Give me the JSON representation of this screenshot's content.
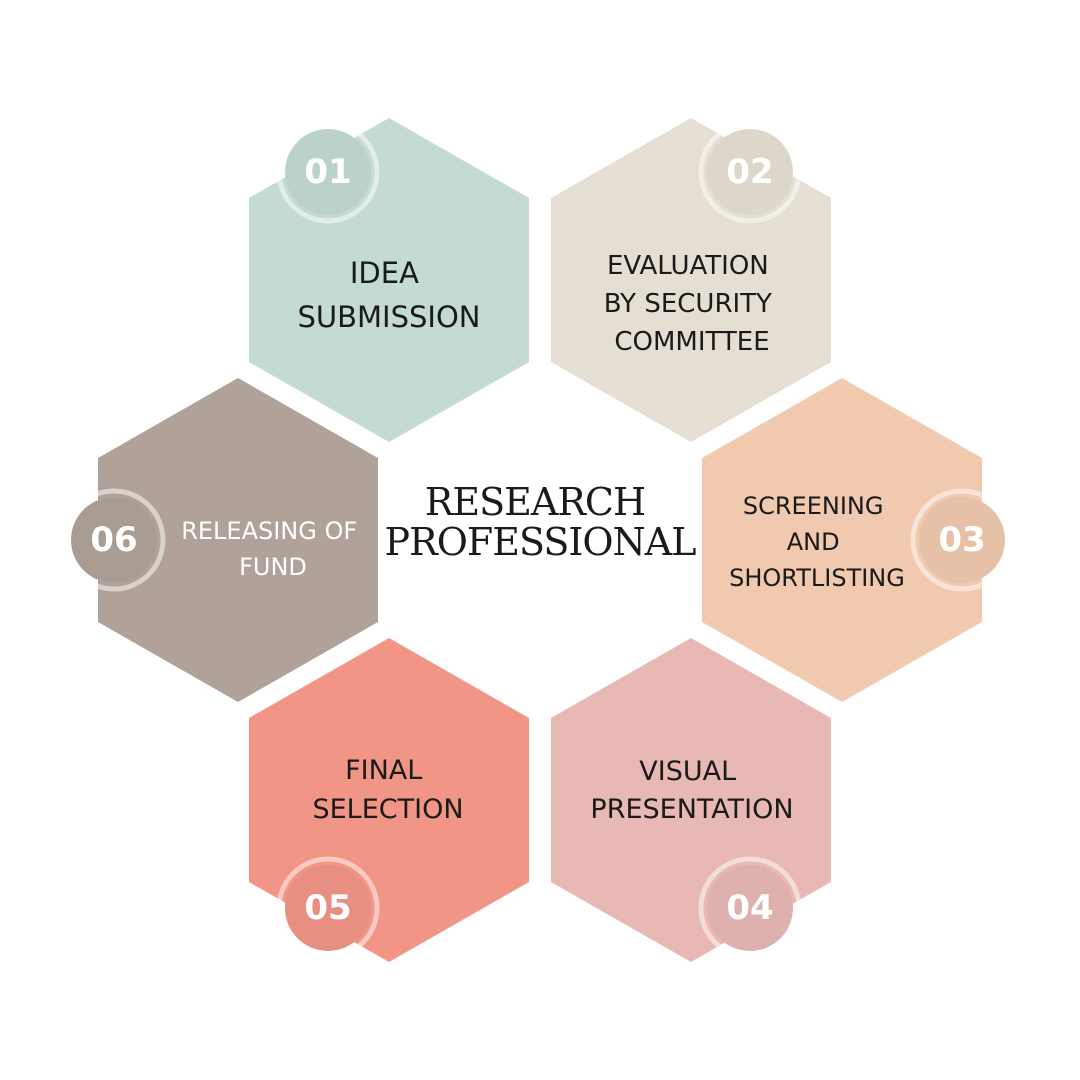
{
  "diagram": {
    "center_title": [
      "RESEARCH",
      "PROFESSIONAL"
    ],
    "steps": [
      {
        "number": "01",
        "label_lines": [
          "IDEA",
          "SUBMISSION"
        ],
        "fill": "#c3dbd0",
        "text_color": "#1a1a1a"
      },
      {
        "number": "02",
        "label_lines": [
          "EVALUATION",
          "BY SECURITY",
          "COMMITTEE"
        ],
        "fill": "#e5dfd3",
        "text_color": "#1a1a1a"
      },
      {
        "number": "03",
        "label_lines": [
          "SCREENING",
          "AND",
          "SHORTLISTING"
        ],
        "fill": "#f0c9af",
        "text_color": "#1a1a1a"
      },
      {
        "number": "04",
        "label_lines": [
          "VISUAL",
          "PRESENTATION"
        ],
        "fill": "#e8b8b5",
        "text_color": "#1a1a1a"
      },
      {
        "number": "05",
        "label_lines": [
          "FINAL",
          "SELECTION"
        ],
        "fill": "#f19586",
        "text_color": "#1a1a1a"
      },
      {
        "number": "06",
        "label_lines": [
          "RELEASING OF",
          "FUND"
        ],
        "fill": "#b0a298",
        "text_color": "#ffffff"
      }
    ]
  }
}
